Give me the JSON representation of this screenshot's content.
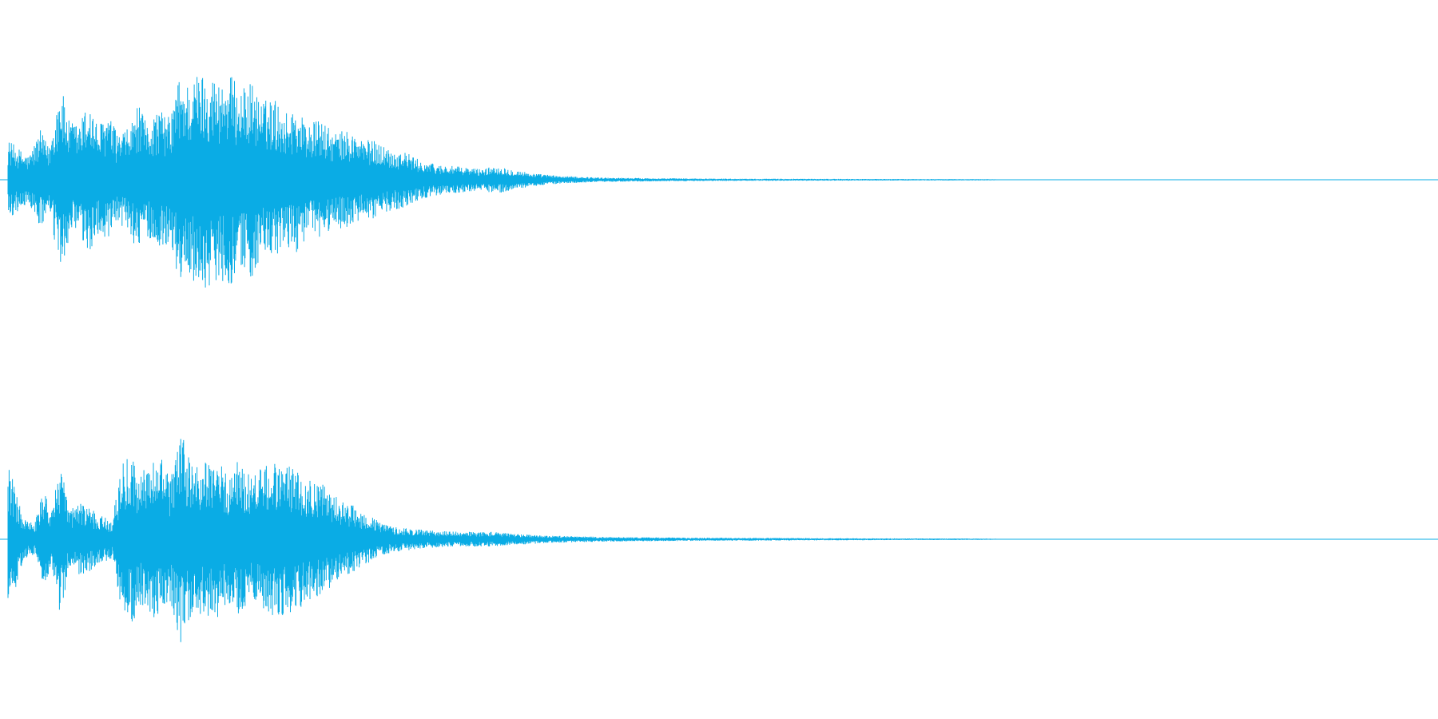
{
  "waveform": {
    "color": "#0aace5",
    "background": "#ffffff",
    "channel_count": 2,
    "channels": [
      {
        "name": "channel-1",
        "envelope": [
          [
            0.0,
            0.5
          ],
          [
            0.005,
            0.38
          ],
          [
            0.012,
            0.3
          ],
          [
            0.02,
            0.22
          ],
          [
            0.028,
            0.46
          ],
          [
            0.034,
            0.3
          ],
          [
            0.042,
            0.9
          ],
          [
            0.048,
            0.55
          ],
          [
            0.055,
            0.52
          ],
          [
            0.062,
            0.74
          ],
          [
            0.068,
            0.5
          ],
          [
            0.075,
            0.62
          ],
          [
            0.082,
            0.42
          ],
          [
            0.09,
            0.48
          ],
          [
            0.096,
            0.7
          ],
          [
            0.102,
            0.52
          ],
          [
            0.11,
            0.66
          ],
          [
            0.118,
            0.58
          ],
          [
            0.124,
            0.94
          ],
          [
            0.132,
            0.9
          ],
          [
            0.138,
            1.0
          ],
          [
            0.145,
            1.0
          ],
          [
            0.152,
            0.92
          ],
          [
            0.16,
            0.98
          ],
          [
            0.168,
            0.84
          ],
          [
            0.175,
            0.92
          ],
          [
            0.182,
            0.72
          ],
          [
            0.19,
            0.78
          ],
          [
            0.198,
            0.62
          ],
          [
            0.206,
            0.68
          ],
          [
            0.214,
            0.52
          ],
          [
            0.222,
            0.56
          ],
          [
            0.232,
            0.44
          ],
          [
            0.242,
            0.46
          ],
          [
            0.252,
            0.38
          ],
          [
            0.262,
            0.36
          ],
          [
            0.272,
            0.28
          ],
          [
            0.282,
            0.26
          ],
          [
            0.292,
            0.18
          ],
          [
            0.305,
            0.14
          ],
          [
            0.32,
            0.12
          ],
          [
            0.335,
            0.1
          ],
          [
            0.345,
            0.13
          ],
          [
            0.355,
            0.1
          ],
          [
            0.37,
            0.06
          ],
          [
            0.39,
            0.035
          ],
          [
            0.42,
            0.02
          ],
          [
            0.46,
            0.014
          ],
          [
            0.52,
            0.01
          ],
          [
            0.6,
            0.008
          ],
          [
            0.69,
            0.006
          ],
          [
            0.7,
            0.0
          ],
          [
            1.0,
            0.0
          ]
        ]
      },
      {
        "name": "channel-2",
        "envelope": [
          [
            0.0,
            0.62
          ],
          [
            0.005,
            0.74
          ],
          [
            0.01,
            0.5
          ],
          [
            0.016,
            0.2
          ],
          [
            0.024,
            0.14
          ],
          [
            0.03,
            0.44
          ],
          [
            0.036,
            0.3
          ],
          [
            0.042,
            0.7
          ],
          [
            0.048,
            0.28
          ],
          [
            0.055,
            0.34
          ],
          [
            0.062,
            0.3
          ],
          [
            0.07,
            0.22
          ],
          [
            0.078,
            0.18
          ],
          [
            0.085,
            0.72
          ],
          [
            0.092,
            0.78
          ],
          [
            0.098,
            0.62
          ],
          [
            0.104,
            0.7
          ],
          [
            0.112,
            0.76
          ],
          [
            0.118,
            0.56
          ],
          [
            0.126,
            1.0
          ],
          [
            0.134,
            0.66
          ],
          [
            0.142,
            0.72
          ],
          [
            0.15,
            0.78
          ],
          [
            0.158,
            0.6
          ],
          [
            0.166,
            0.74
          ],
          [
            0.174,
            0.6
          ],
          [
            0.182,
            0.68
          ],
          [
            0.19,
            0.72
          ],
          [
            0.198,
            0.7
          ],
          [
            0.206,
            0.66
          ],
          [
            0.214,
            0.58
          ],
          [
            0.222,
            0.54
          ],
          [
            0.232,
            0.42
          ],
          [
            0.242,
            0.34
          ],
          [
            0.252,
            0.26
          ],
          [
            0.262,
            0.18
          ],
          [
            0.272,
            0.12
          ],
          [
            0.285,
            0.1
          ],
          [
            0.3,
            0.08
          ],
          [
            0.32,
            0.07
          ],
          [
            0.34,
            0.07
          ],
          [
            0.36,
            0.05
          ],
          [
            0.38,
            0.035
          ],
          [
            0.42,
            0.022
          ],
          [
            0.47,
            0.016
          ],
          [
            0.54,
            0.012
          ],
          [
            0.62,
            0.008
          ],
          [
            0.69,
            0.006
          ],
          [
            0.7,
            0.0
          ],
          [
            1.0,
            0.0
          ]
        ]
      }
    ]
  }
}
